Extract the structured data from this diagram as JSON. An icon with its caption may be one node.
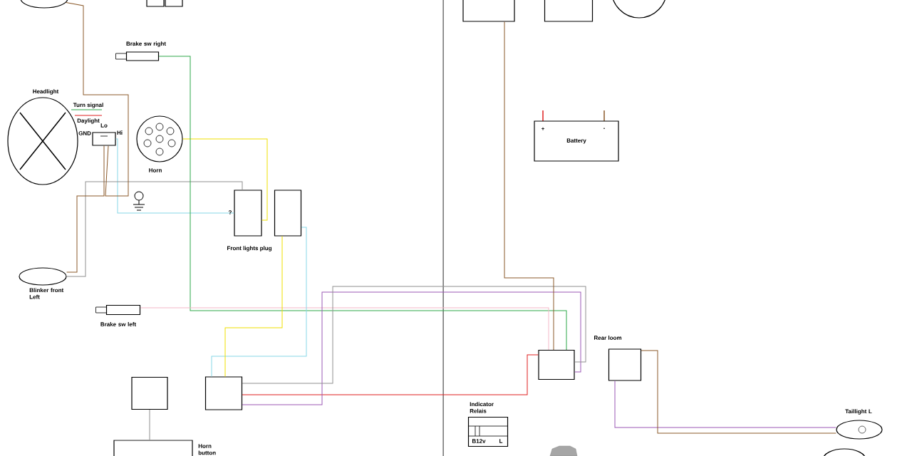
{
  "diagram": {
    "nodes": [
      {
        "text": [
          "Headlight"
        ]
      },
      {
        "text": [],
        "shape": "box"
      },
      {
        "text": [
          "Horn"
        ]
      },
      {
        "text": [
          "Brake sw right"
        ]
      },
      {
        "text": [
          "Blinker front Left"
        ]
      },
      {
        "text": [
          "Brake sw left"
        ]
      },
      {
        "text": [],
        "shape": "box"
      },
      {
        "text": [],
        "shape": "box"
      },
      {
        "text": [],
        "shape": "box"
      },
      {
        "text": [],
        "shape": "box"
      },
      {
        "text": [],
        "shape": "box",
        "beside": [
          "Horn button"
        ]
      },
      {
        "text": [
          "Battery"
        ]
      },
      {
        "text": [],
        "shape": "box"
      },
      {
        "text": [],
        "shape": "box"
      },
      {
        "text": [
          "Indicator Relais"
        ]
      },
      {
        "text": [
          "Taillight L"
        ]
      },
      {
        "text": [],
        "shape": "box"
      },
      {
        "text": [],
        "shape": "box"
      },
      {
        "text": [],
        "shape": "circle"
      },
      {
        "text": [],
        "shape": "box"
      },
      {
        "text": [],
        "shape": "box"
      },
      {
        "text": [],
        "shape": "circle"
      },
      {
        "text": [],
        "shape": "circle"
      }
    ],
    "edges": [
      {
        "from": 1,
        "to": 6,
        "arrow": "none",
        "color": "#88d8e8"
      },
      {
        "from": 2,
        "to": 6,
        "arrow": "none",
        "color": "#f0e000"
      },
      {
        "from": 4,
        "to": 6,
        "arrow": "none",
        "color": "#909090"
      },
      {
        "from": 4,
        "to": 1,
        "arrow": "none",
        "color": "#8b5a2b"
      },
      {
        "from": 3,
        "to": 12,
        "arrow": "none",
        "color": "#2ea84a"
      },
      {
        "from": 5,
        "to": 12,
        "arrow": "none",
        "color": "#f4b8c8"
      },
      {
        "from": 7,
        "to": 8,
        "arrow": "none",
        "color": "#88d8e8"
      },
      {
        "from": 7,
        "to": 8,
        "arrow": "none",
        "color": "#f0e000"
      },
      {
        "from": 8,
        "to": 12,
        "arrow": "none",
        "color": "#e02020"
      },
      {
        "from": 8,
        "to": 12,
        "arrow": "none",
        "color": "#9b59b6"
      },
      {
        "from": 8,
        "to": 12,
        "arrow": "none",
        "color": "#909090"
      },
      {
        "from": 13,
        "to": 15,
        "arrow": "none",
        "color": "#9b59b6"
      },
      {
        "from": 13,
        "to": 15,
        "arrow": "none",
        "color": "#8b5a2b"
      },
      {
        "from": 16,
        "to": 12,
        "arrow": "none",
        "color": "#8b5a2b"
      },
      {
        "from": 9,
        "to": 10,
        "arrow": "none",
        "color": "#909090"
      },
      {
        "from": 21,
        "to": 1,
        "arrow": "none",
        "color": "#8b5a2b"
      }
    ],
    "labels": [
      "Turn signal",
      "Daylight",
      "Lo",
      "GND",
      "Hi",
      "?",
      "+",
      "-",
      "Front lights plug",
      "Rear loom",
      "B12v",
      "L"
    ]
  }
}
